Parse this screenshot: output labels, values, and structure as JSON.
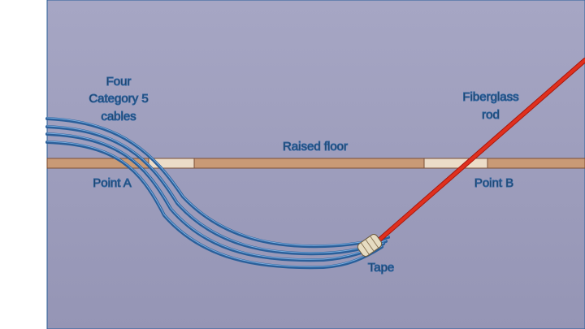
{
  "labels": {
    "cables": [
      "Four",
      "Category 5",
      "cables"
    ],
    "rod": [
      "Fiberglass",
      "rod"
    ],
    "floor": "Raised floor",
    "point_a": "Point A",
    "point_b": "Point B",
    "tape": "Tape"
  },
  "colors": {
    "background_top": "#a6a6c4",
    "background_bottom": "#9595b5",
    "floor_fill": "#c99a76",
    "floor_edge": "#7a4f36",
    "floor_opening": "#ecdcc8",
    "cable": "#2a5f9a",
    "cable_highlight": "#7aaee0",
    "rod": "#e0301e",
    "tape": "#e6dcc2"
  }
}
